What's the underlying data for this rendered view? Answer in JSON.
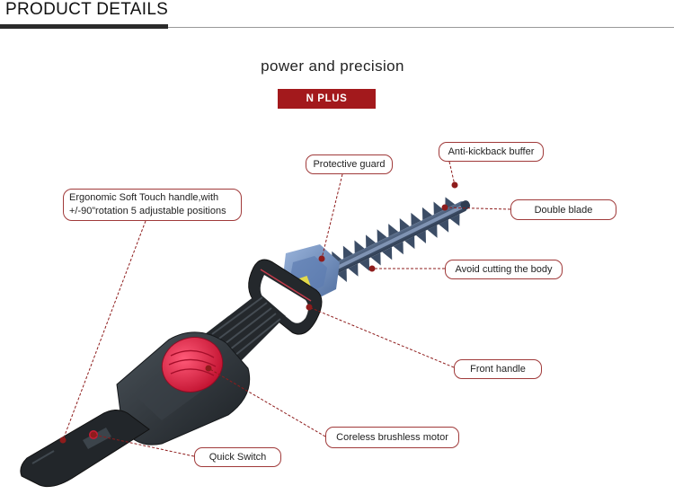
{
  "header": {
    "title": "PRODUCT DETAILS"
  },
  "hero": {
    "subtitle": "power and precision",
    "badge": "N PLUS"
  },
  "callouts": {
    "anti_kickback": "Anti-kickback buffer",
    "protective_guard": "Protective guard",
    "ergonomic_handle": "Ergonomic Soft Touch handle,with +/-90”rotation 5 adjustable positions",
    "double_blade": "Double blade",
    "avoid_cutting": "Avoid cutting the body",
    "front_handle": "Front handle",
    "motor": "Coreless brushless motor",
    "quick_switch": "Quick Switch"
  },
  "colors": {
    "accent": "#a3191c",
    "callout_border": "#a03a3a",
    "leader_line": "#8e1c1c",
    "tool_body": "#2b3035",
    "motor_cover": "#e11f42",
    "guard_blue": "#6d8fc0"
  }
}
